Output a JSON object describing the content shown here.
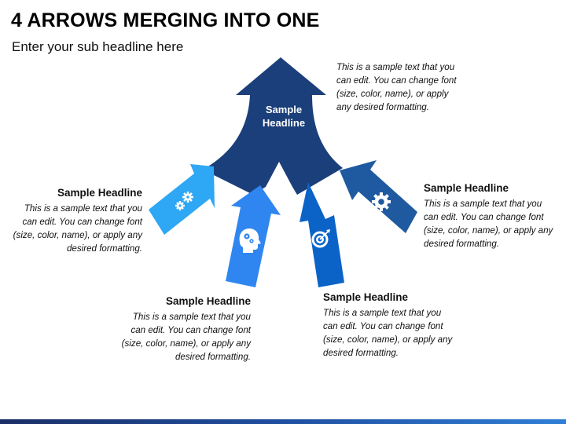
{
  "title": "4 ARROWS MERGING INTO ONE",
  "subtitle": "Enter your sub headline here",
  "center": {
    "label": "Sample Headline"
  },
  "colors": {
    "main_arrow": "#1b3f7a",
    "arrow_gears": "#2ea7f5",
    "arrow_head": "#2f86f0",
    "arrow_target": "#0b63c7",
    "arrow_gear": "#1f5aa0"
  },
  "top_text": "This is a sample text that you can edit. You can change font (size, color, name), or apply any desired formatting.",
  "items": [
    {
      "heading": "Sample Headline",
      "body": "This is a sample text that you can edit. You can change font (size, color, name), or apply any desired formatting.",
      "icon": "gears-icon"
    },
    {
      "heading": "Sample Headline",
      "body": "This is a sample text that you can edit. You can change font (size, color, name), or apply any desired formatting.",
      "icon": "head-gears-icon"
    },
    {
      "heading": "Sample Headline",
      "body": "This is a sample text that you can edit. You can change font (size, color, name), or apply any desired formatting.",
      "icon": "target-icon"
    },
    {
      "heading": "Sample Headline",
      "body": "This is a sample text that you can edit. You can change font (size, color, name), or apply any desired formatting.",
      "icon": "gear-icon"
    }
  ]
}
